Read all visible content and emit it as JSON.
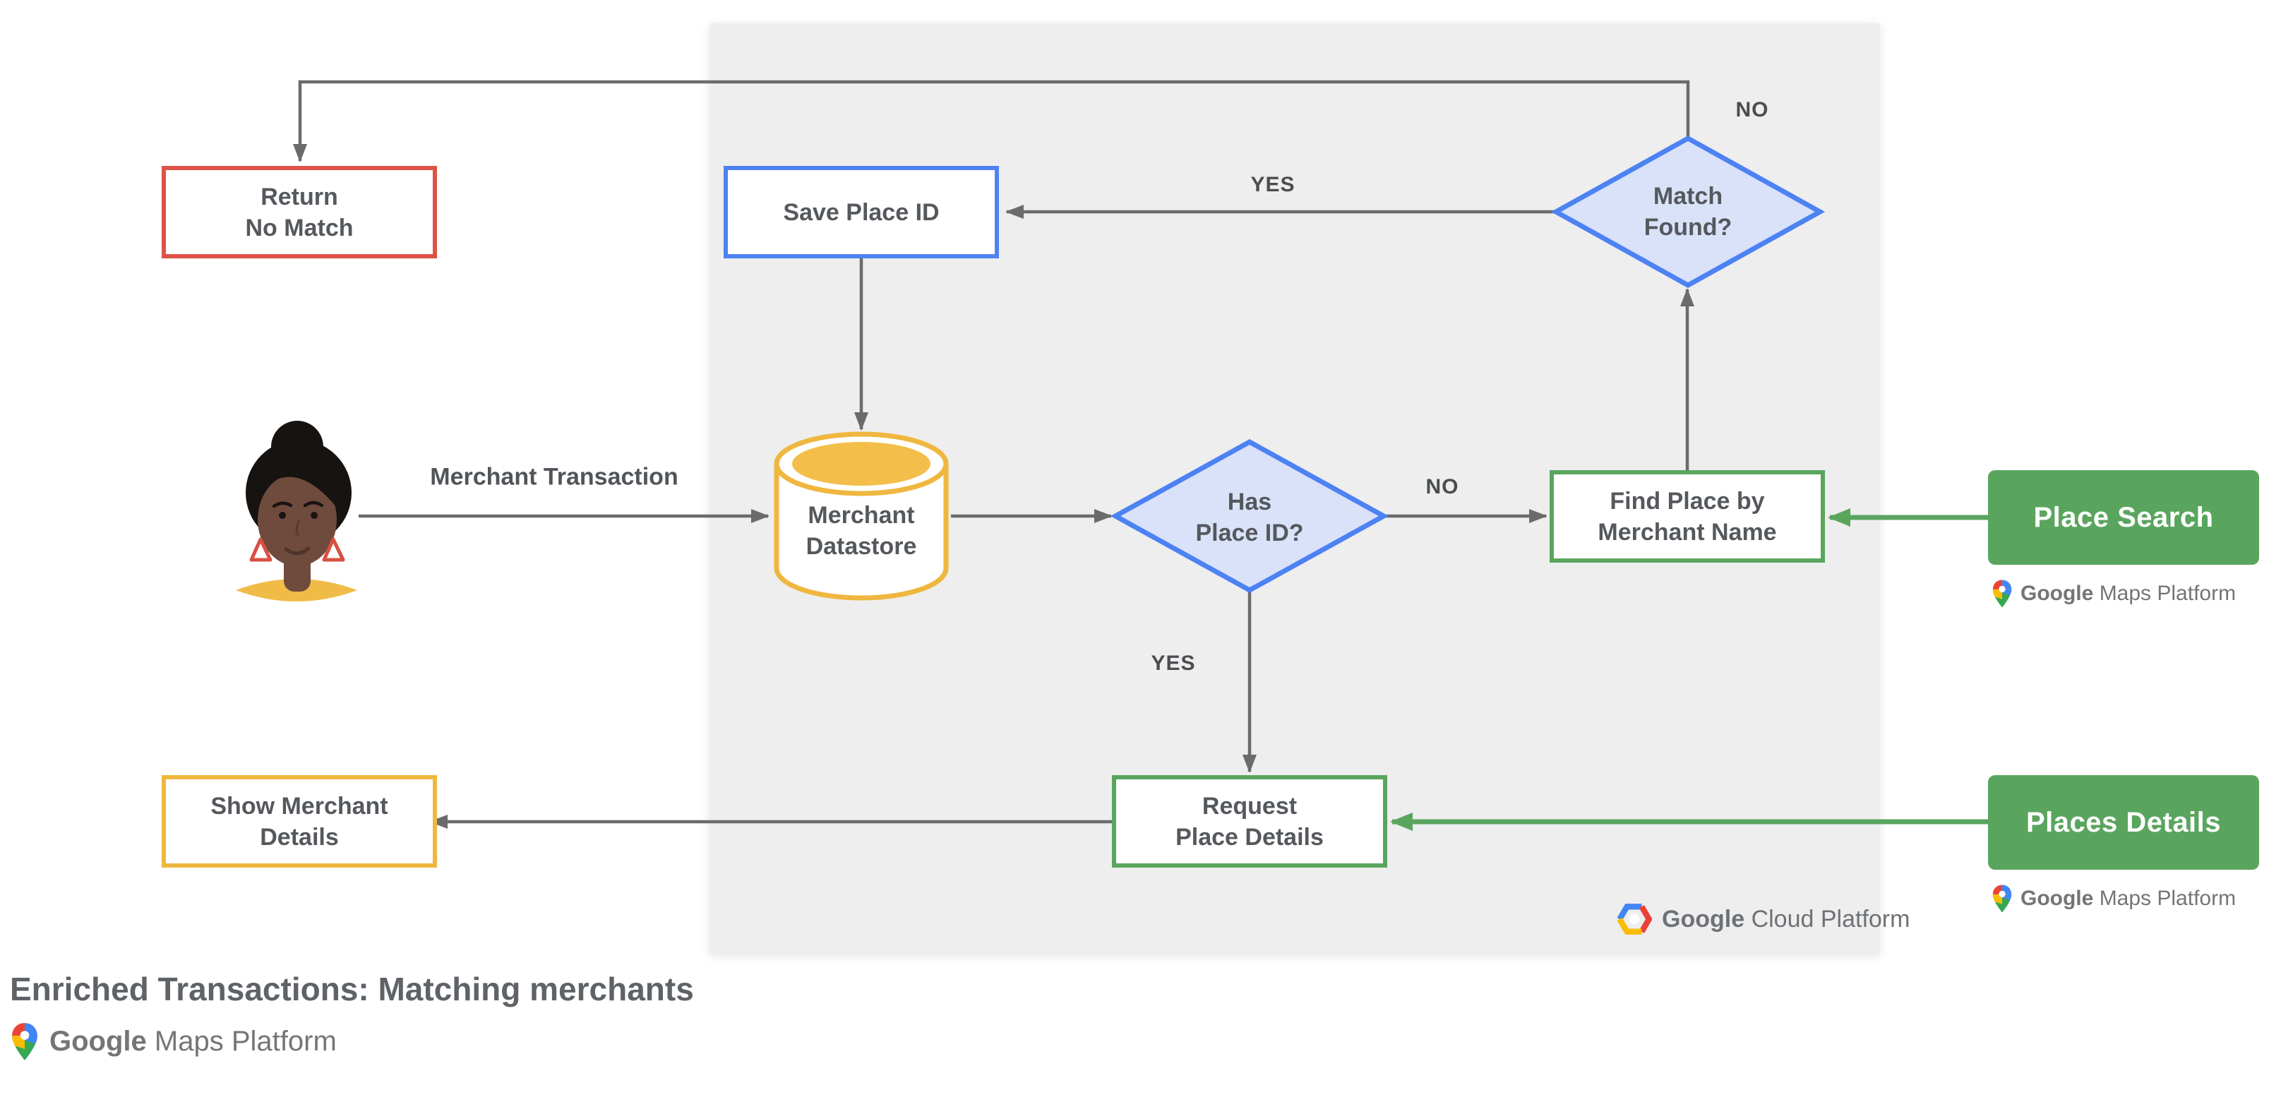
{
  "title": "Enriched Transactions: Matching merchants",
  "nodes": {
    "return_no_match": {
      "line1": "Return",
      "line2": "No Match"
    },
    "save_place_id": {
      "line1": "Save Place ID",
      "line2": ""
    },
    "match_found": {
      "line1": "Match",
      "line2": "Found?"
    },
    "merchant_datastore": {
      "line1": "Merchant",
      "line2": "Datastore"
    },
    "has_place_id": {
      "line1": "Has",
      "line2": "Place ID?"
    },
    "find_place_by_merchant_name": {
      "line1": "Find Place by",
      "line2": "Merchant Name"
    },
    "request_place_details": {
      "line1": "Request",
      "line2": "Place Details"
    },
    "show_merchant_details": {
      "line1": "Show Merchant",
      "line2": "Details"
    }
  },
  "edge_labels": {
    "no_top": "NO",
    "yes_to_save": "YES",
    "merchant_transaction": "Merchant Transaction",
    "no_to_find": "NO",
    "yes_to_request": "YES"
  },
  "api_buttons": {
    "place_search": "Place Search",
    "places_details": "Places Details"
  },
  "logos": {
    "google": "Google",
    "maps_platform": "Maps Platform",
    "cloud_platform": "Cloud Platform"
  },
  "icons": {
    "maps_pin": "google-maps-pin",
    "cloud_hexagon": "google-cloud-hexagon",
    "avatar": "consumer-avatar"
  },
  "colors": {
    "red": "#dd5347",
    "blue": "#4d82f3",
    "blue_fill": "#d9e2f9",
    "yellow": "#efb73f",
    "yellow_fill": "#f3bf4a",
    "green": "#5aa55e",
    "gray_line": "#6b6b6b",
    "panel_gray": "#eeeeee",
    "text_dark": "#55585c",
    "text_gray": "#757575"
  }
}
